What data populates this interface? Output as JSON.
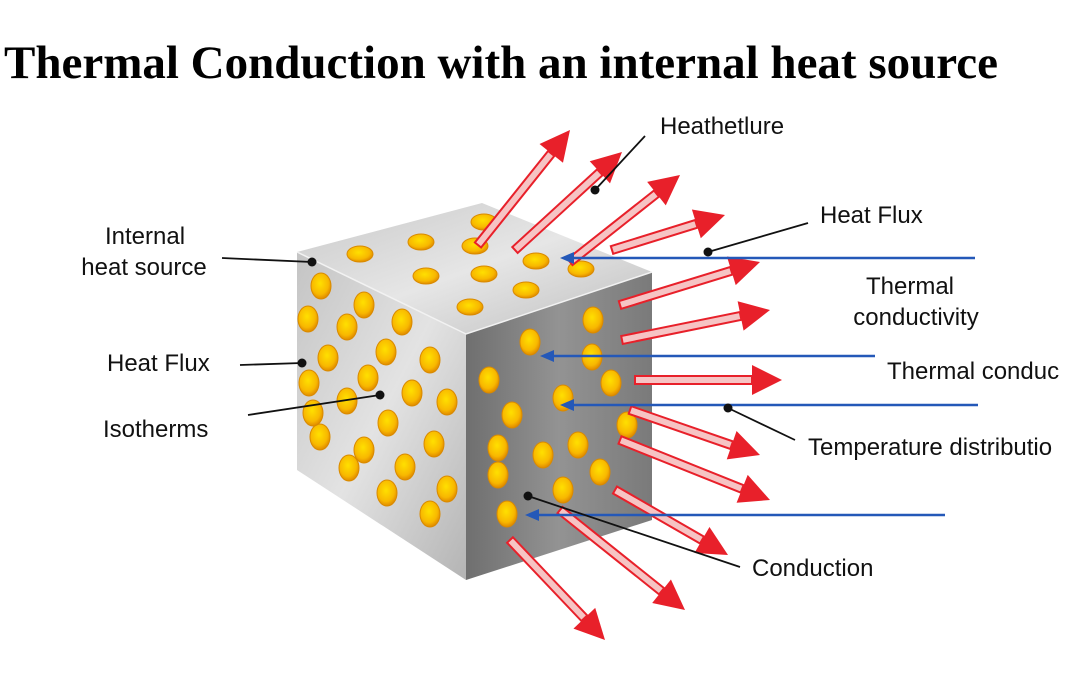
{
  "title": "Thermal Conduction with an internal heat source",
  "labels": {
    "heathetlure": "Heathetlure",
    "heat_flux_right": "Heat Flux",
    "thermal_conductivity_line1": "Thermal",
    "thermal_conductivity_line2": "conductivity",
    "thermal_conduction_clipped": "Thermal conduc",
    "temperature_distribution": "Temperature distributio",
    "conduction": "Conduction",
    "internal_heat_source_line1": "Internal",
    "internal_heat_source_line2": "heat source",
    "heat_flux_left": "Heat Flux",
    "isotherms": "Isotherms"
  },
  "colors": {
    "heat_arrow": "#e8202a",
    "flux_line": "#2458b8",
    "heat_source": "#f7b500",
    "cube_light": "#d4d4d4",
    "cube_dark": "#7e7e7e"
  }
}
